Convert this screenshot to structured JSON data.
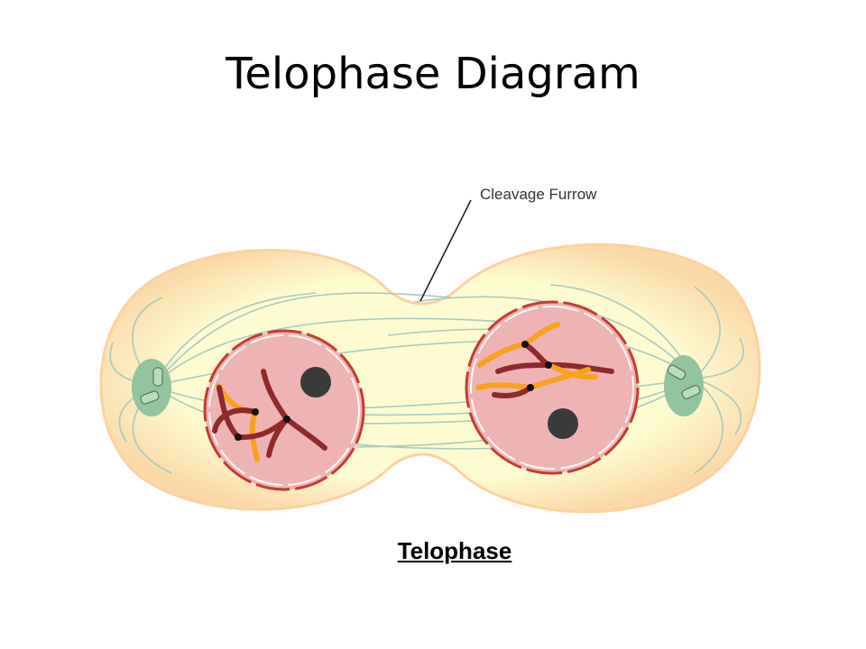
{
  "slide": {
    "title": "Telophase Diagram",
    "caption": "Telophase"
  },
  "diagram": {
    "labels": {
      "cleavage_furrow": "Cleavage Furrow"
    },
    "colors": {
      "cytoplasm_fill": "#fdfbd0",
      "cytoplasm_edge": "#fbd9a8",
      "nucleus_fill": "#eeb4b4",
      "nuclear_envelope": "#c23c33",
      "chromosome_dark": "#8e2a2a",
      "chromosome_orange": "#f7a21b",
      "centrosome": "#92c49d",
      "spindle": "#9bc4b4"
    }
  }
}
